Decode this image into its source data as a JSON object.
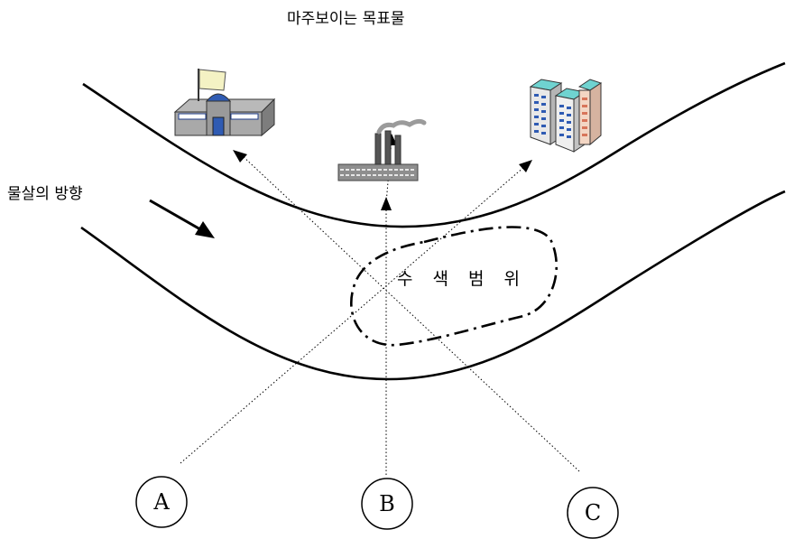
{
  "title": "마주보이는 목표물",
  "flow_direction_label": "물살의 방향",
  "search_area_label": "수 색 범 위",
  "observers": [
    "A",
    "B",
    "C"
  ],
  "landmarks": [
    "factory-with-flag-icon",
    "smokestack-factory-icon",
    "apartment-buildings-icon"
  ]
}
